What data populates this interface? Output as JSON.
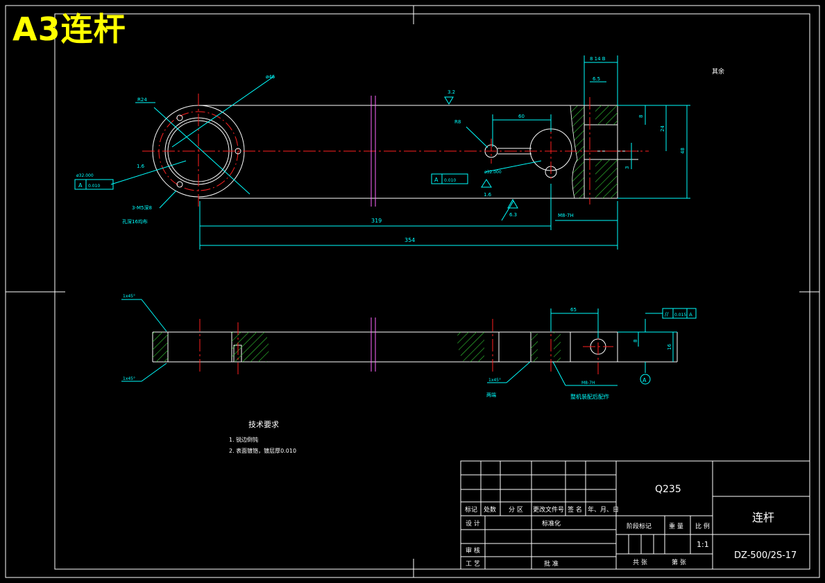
{
  "watermark": "A3连杆",
  "drawing": {
    "roughness_general": "其余",
    "top_view": {
      "dim_outer_diameter": "ø46",
      "dim_r24": "R24",
      "dim_len_319": "319",
      "dim_len_354": "354",
      "dim_60": "60",
      "dim_r8": "R8",
      "dim_14": "8 14 B",
      "dim_6_5": "6.5",
      "dim_8": "8",
      "dim_24": "24",
      "dim_48": "48",
      "dim_3": "3",
      "thread_m8": "M8-7H",
      "holes_3": "3-M5深8",
      "depth_note": "孔深16均布",
      "bore_tol": "ø32.000",
      "bore_tol2": "ø32.000",
      "rough_3_2": "3.2",
      "rough_1_6a": "1.6",
      "rough_1_6b": "1.6",
      "rough_6_3": "6.3",
      "ftol_a1": "A",
      "ftol_a1_val": "0.010",
      "ftol_a2": "A",
      "ftol_a2_val": "0.010"
    },
    "side_view": {
      "chamfer_top": "1x45°",
      "chamfer_bottom": "1x45°",
      "chamfer_mid": "1x45°",
      "dim_65": "65",
      "dim_8": "8",
      "dim_16": "16",
      "parallel_val": "0.015",
      "parallel_ref": "A",
      "datum": "A",
      "both_ends": "两端",
      "thread_note": "M8-7H",
      "assembly_note": "整机装配后配作"
    },
    "tech_requirements": {
      "heading": "技术要求",
      "items": [
        "1. 锐边倒钝",
        "2. 表面镀铬，镀层厚0.010"
      ]
    },
    "title_block": {
      "material": "Q235",
      "part_name": "连杆",
      "drawing_no": "DZ-500/2S-17",
      "scale_value": "1:1",
      "hdr_mark": "标记",
      "hdr_count": "处数",
      "hdr_zone": "分 区",
      "hdr_change": "更改文件号",
      "hdr_sign": "签 名",
      "hdr_date": "年、月、日",
      "design": "设 计",
      "standard": "标准化",
      "review": "审 核",
      "process": "工 艺",
      "approve": "批 准",
      "stage_mark": "阶段标记",
      "weight": "重 量",
      "scale": "比 例",
      "total_sheets": "共   张",
      "sheet_no": "第   张"
    }
  }
}
